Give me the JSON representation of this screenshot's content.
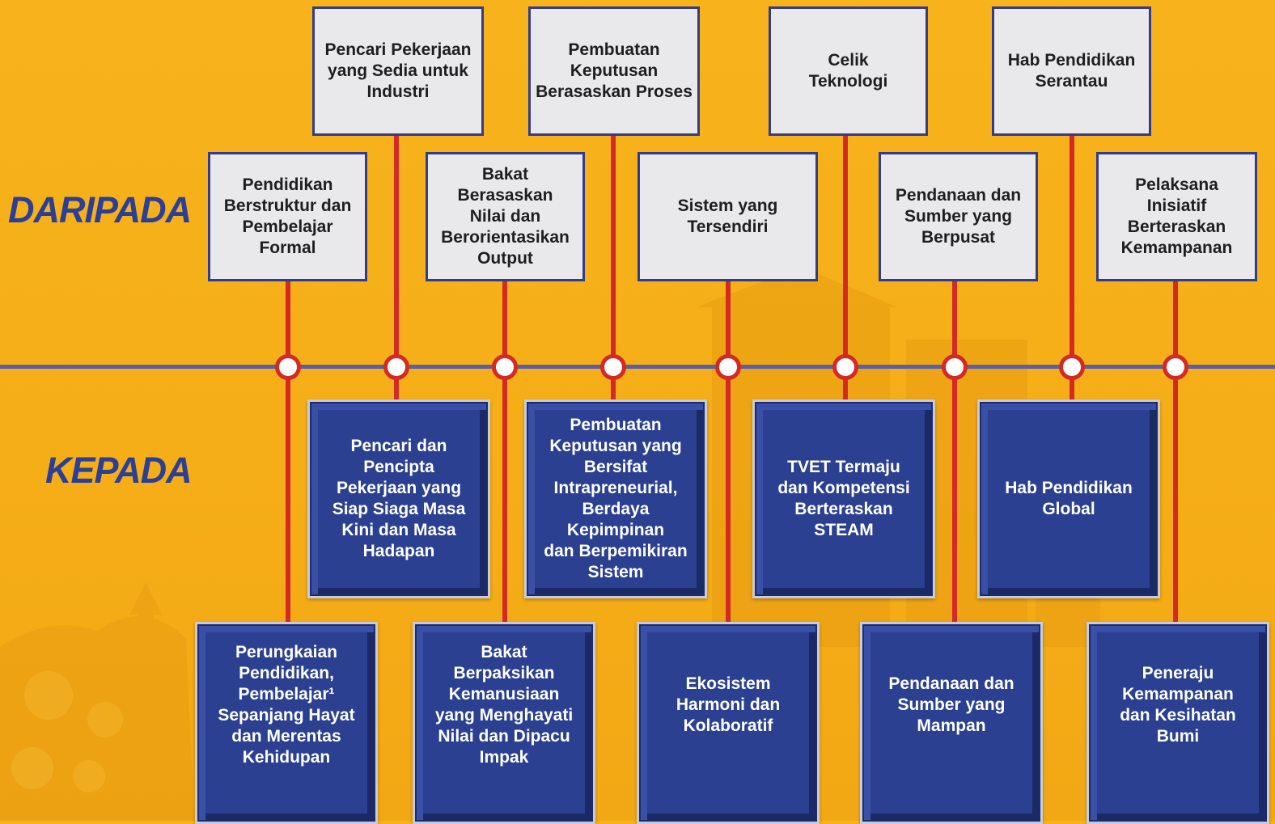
{
  "labels": {
    "from": "DARIPADA",
    "to": "KEPADA"
  },
  "colors": {
    "background": "#f7b21c",
    "line_red": "#d42a24",
    "line_blue": "#5a5fa8",
    "box_dark": "#2b4091",
    "box_light": "#e9e9ec",
    "label_blue": "#2b3f96"
  },
  "shifts": [
    {
      "from": "Pendidikan\nBerstruktur dan\nPembelajar\nFormal",
      "to": "Perungkaian\nPendidikan,\nPembelajar¹\nSepanjang Hayat\ndan Merentas\nKehidupan"
    },
    {
      "from": "Pencari Pekerjaan\nyang Sedia untuk\nIndustri",
      "to": "Pencari dan\nPencipta\nPekerjaan yang\nSiap Siaga Masa\nKini dan Masa\nHadapan"
    },
    {
      "from": "Bakat Berasaskan\nNilai dan\nBerorientasikan\nOutput",
      "to": "Bakat\nBerpaksikan\nKemanusiaan\nyang Menghayati\nNilai dan Dipacu\nImpak"
    },
    {
      "from": "Pembuatan\nKeputusan\nBerasaskan Proses",
      "to": "Pembuatan\nKeputusan yang\nBersifat\nIntrapreneurial,\nBerdaya Kepimpinan\ndan Berpemikiran\nSistem"
    },
    {
      "from": "Sistem yang\nTersendiri",
      "to": "Ekosistem\nHarmoni dan\nKolaboratif"
    },
    {
      "from": "Celik\nTeknologi",
      "to": "TVET Termaju\ndan Kompetensi\nBerteraskan\nSTEAM"
    },
    {
      "from": "Pendanaan dan\nSumber yang\nBerpusat",
      "to": "Pendanaan dan\nSumber yang\nMampan"
    },
    {
      "from": "Hab Pendidikan\nSerantau",
      "to": "Hab Pendidikan\nGlobal"
    },
    {
      "from": "Pelaksana Inisiatif\nBerteraskan\nKemampanan",
      "to": "Peneraju\nKemampanan\ndan Kesihatan\nBumi"
    }
  ]
}
